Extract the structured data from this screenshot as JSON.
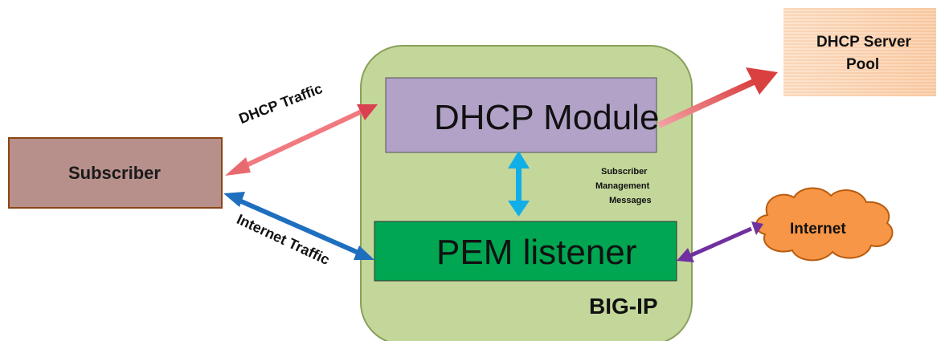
{
  "bigip": {
    "label": "BIG-IP",
    "fill": "#c4d79b",
    "stroke": "#8aa05a"
  },
  "dhcp_module": {
    "label": "DHCP Module",
    "fill": "#b2a2c7",
    "stroke": "#555555"
  },
  "pem_listener": {
    "label": "PEM listener",
    "fill": "#00a651",
    "stroke": "#333333"
  },
  "subscriber": {
    "label": "Subscriber",
    "fill": "#b7908b",
    "stroke": "#8b4513"
  },
  "dhcp_pool": {
    "label_line1": "DHCP Server",
    "label_line2": "Pool",
    "fill": "#fcd5b4"
  },
  "internet": {
    "label": "Internet",
    "fill": "#f79646",
    "stroke": "#b85c0f"
  },
  "edges": {
    "dhcp_traffic": {
      "label": "DHCP Traffic",
      "color": "#f07a80"
    },
    "internet_traffic": {
      "label": "Internet Traffic",
      "color": "#1f6fbf"
    },
    "mgmt_messages": {
      "line1": "Subscriber",
      "line2": "Management",
      "line3": "Messages",
      "color": "#11aee8"
    },
    "dhcp_to_pool": {
      "color": "#e05050"
    },
    "pem_to_internet": {
      "color": "#7030a0"
    }
  }
}
